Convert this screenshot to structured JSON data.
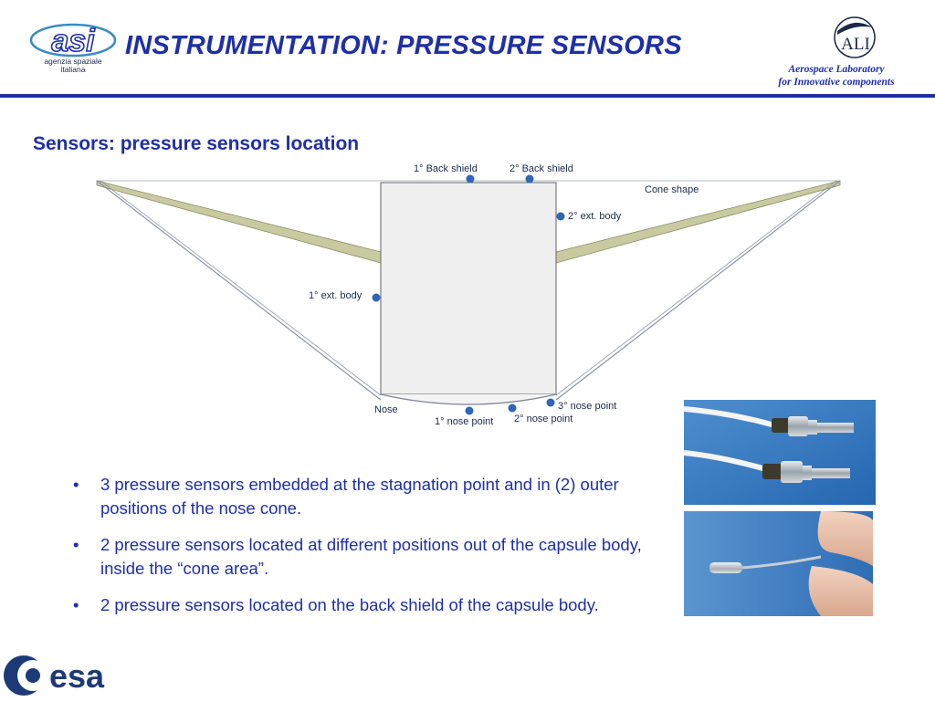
{
  "header": {
    "title": "INSTRUMENTATION: PRESSURE SENSORS",
    "asi_logo_text": [
      "asi",
      "agenzia spaziale",
      "italiana"
    ],
    "ali_logo_text": "ALI",
    "ali_caption_line1": "Aerospace Laboratory",
    "ali_caption_line2": "for Innovative components"
  },
  "subtitle": "Sensors: pressure sensors location",
  "diagram": {
    "labels": {
      "back_shield_1": "1° Back shield",
      "back_shield_2": "2°  Back shield",
      "cone_shape": "Cone shape",
      "ext_body_2": "2° ext. body",
      "ext_body_1": "1° ext. body",
      "nose": "Nose",
      "nose_point_3": "3° nose point",
      "nose_point_1": "1° nose point",
      "nose_point_2": "2° nose point"
    }
  },
  "bullets": [
    "3 pressure sensors embedded at the stagnation point and in (2) outer positions of the nose cone.",
    "2 pressure sensors located at different positions out of the capsule body, inside the “cone area”.",
    "2 pressure sensors located on the back shield of the capsule body."
  ],
  "bullet_symbol": "•",
  "footer": {
    "esa_logo_text": "esa"
  },
  "colors": {
    "title_blue": "#1f2fa8",
    "sensor_dot": "#2f66b8",
    "cone_fill": "#c9caa0",
    "body_fill": "#efefef"
  }
}
